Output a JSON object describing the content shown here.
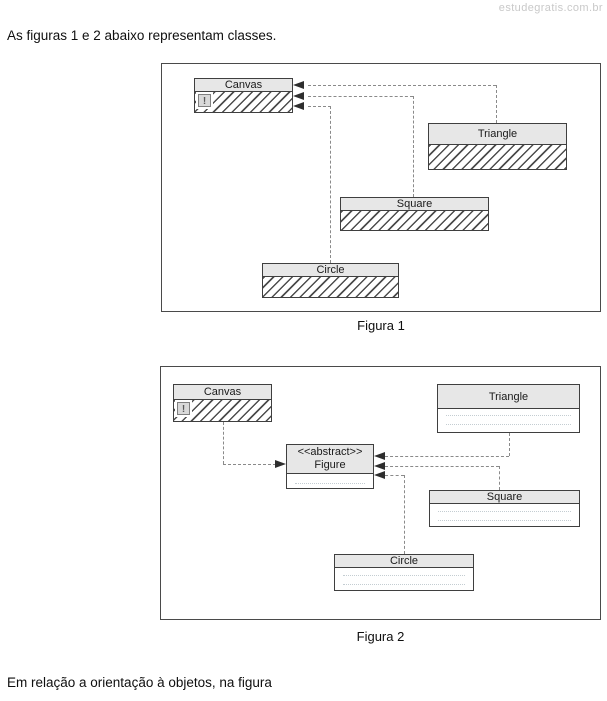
{
  "watermark": "estudegratis.com.br",
  "intro": "As figuras 1 e 2 abaixo representam classes.",
  "outro": "Em relação a orientação à objetos, na figura",
  "figure1": {
    "caption": "Figura 1",
    "canvas": "Canvas",
    "triangle": "Triangle",
    "square": "Square",
    "circle": "Circle",
    "canvas_icon": "!",
    "relations": [
      {
        "from": "Triangle",
        "to": "Canvas",
        "type": "dashed-dependency-arrow"
      },
      {
        "from": "Square",
        "to": "Canvas",
        "type": "dashed-dependency-arrow"
      },
      {
        "from": "Circle",
        "to": "Canvas",
        "type": "dashed-dependency-arrow"
      }
    ]
  },
  "figure2": {
    "caption": "Figura 2",
    "canvas": "Canvas",
    "triangle": "Triangle",
    "square": "Square",
    "circle": "Circle",
    "figure_stereotype": "<<abstract>>",
    "figure_name": "Figure",
    "canvas_icon": "!",
    "relations": [
      {
        "from": "Canvas",
        "to": "Figure",
        "type": "dashed-dependency-arrow"
      },
      {
        "from": "Triangle",
        "to": "Figure",
        "type": "dashed-dependency-arrow"
      },
      {
        "from": "Square",
        "to": "Figure",
        "type": "dashed-dependency-arrow"
      },
      {
        "from": "Circle",
        "to": "Figure",
        "type": "dashed-dependency-arrow"
      }
    ]
  },
  "colors": {
    "class_header_fill": "#e7e7e7",
    "box_border": "#3f3f3f",
    "dash_line": "#8a8a8a",
    "arrowhead": "#2e2e2e",
    "watermark_text": "#c9c9c9"
  }
}
